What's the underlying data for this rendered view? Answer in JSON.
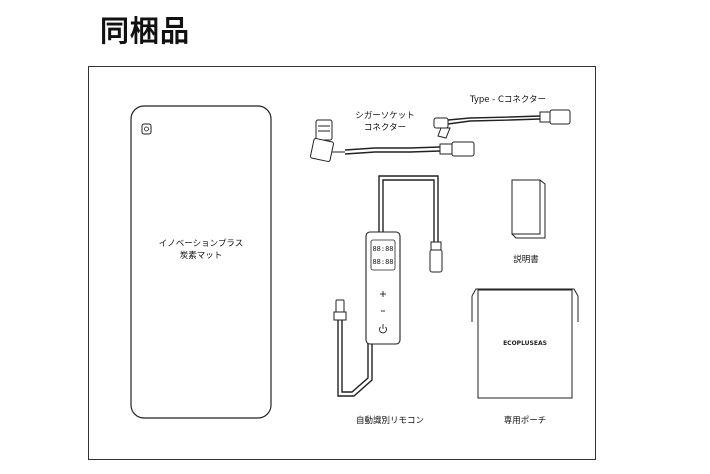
{
  "title": "同梱品",
  "items": {
    "mat": {
      "line1": "イノベーションプラス",
      "line2": "炭素マット"
    },
    "cigar_connector": {
      "line1": "シガーソケット",
      "line2": "コネクター"
    },
    "typec_connector": {
      "label": "Type - Cコネクター"
    },
    "manual": {
      "label": "説明書"
    },
    "remote": {
      "label": "自動識別リモコン",
      "display": "88:88"
    },
    "pouch": {
      "label": "専用ポーチ",
      "brand": "ECOPLUSEAS"
    }
  }
}
